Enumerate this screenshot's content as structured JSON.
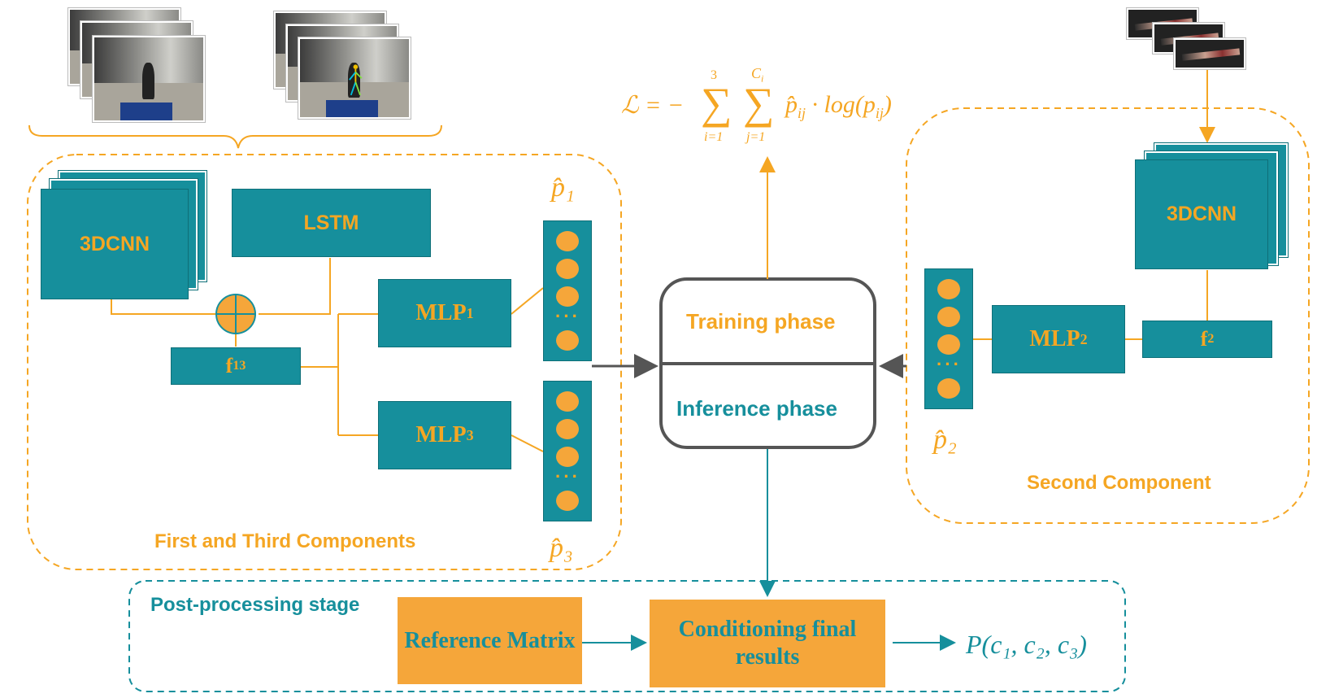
{
  "blocks": {
    "cnn_left": "3DCNN",
    "lstm": "LSTM",
    "mlp1": "MLP",
    "mlp1_sub": "1",
    "mlp3": "MLP",
    "mlp3_sub": "3",
    "f13": "f",
    "f13_sub": "13",
    "cnn_right": "3DCNN",
    "mlp2": "MLP",
    "mlp2_sub": "2",
    "f2": "f",
    "f2_sub": "2"
  },
  "phase_box": {
    "training": "Training phase",
    "inference": "Inference phase"
  },
  "components": {
    "first_third": "First and Third Components",
    "second": "Second Component",
    "post": "Post-processing stage"
  },
  "post": {
    "reference": "Reference Matrix",
    "conditioning": "Conditioning final results",
    "output": "P(c₁, c₂, c₃)"
  },
  "outputs": {
    "p1": "p̂₁",
    "p2": "p̂₂",
    "p3": "p̂₃",
    "ellipsis": "···"
  },
  "loss": {
    "lhs": "ℒ = −",
    "sum1_top": "3",
    "sum1_bottom": "i=1",
    "sum2_top": "C",
    "sum2_top_sub": "i",
    "sum2_bottom": "j=1",
    "term": "p̂",
    "term_sub": "ij",
    "dot_log": "· log(p",
    "close": ")"
  },
  "colors": {
    "teal": "#168f9c",
    "orange": "#f5a623",
    "gray": "#555555"
  }
}
